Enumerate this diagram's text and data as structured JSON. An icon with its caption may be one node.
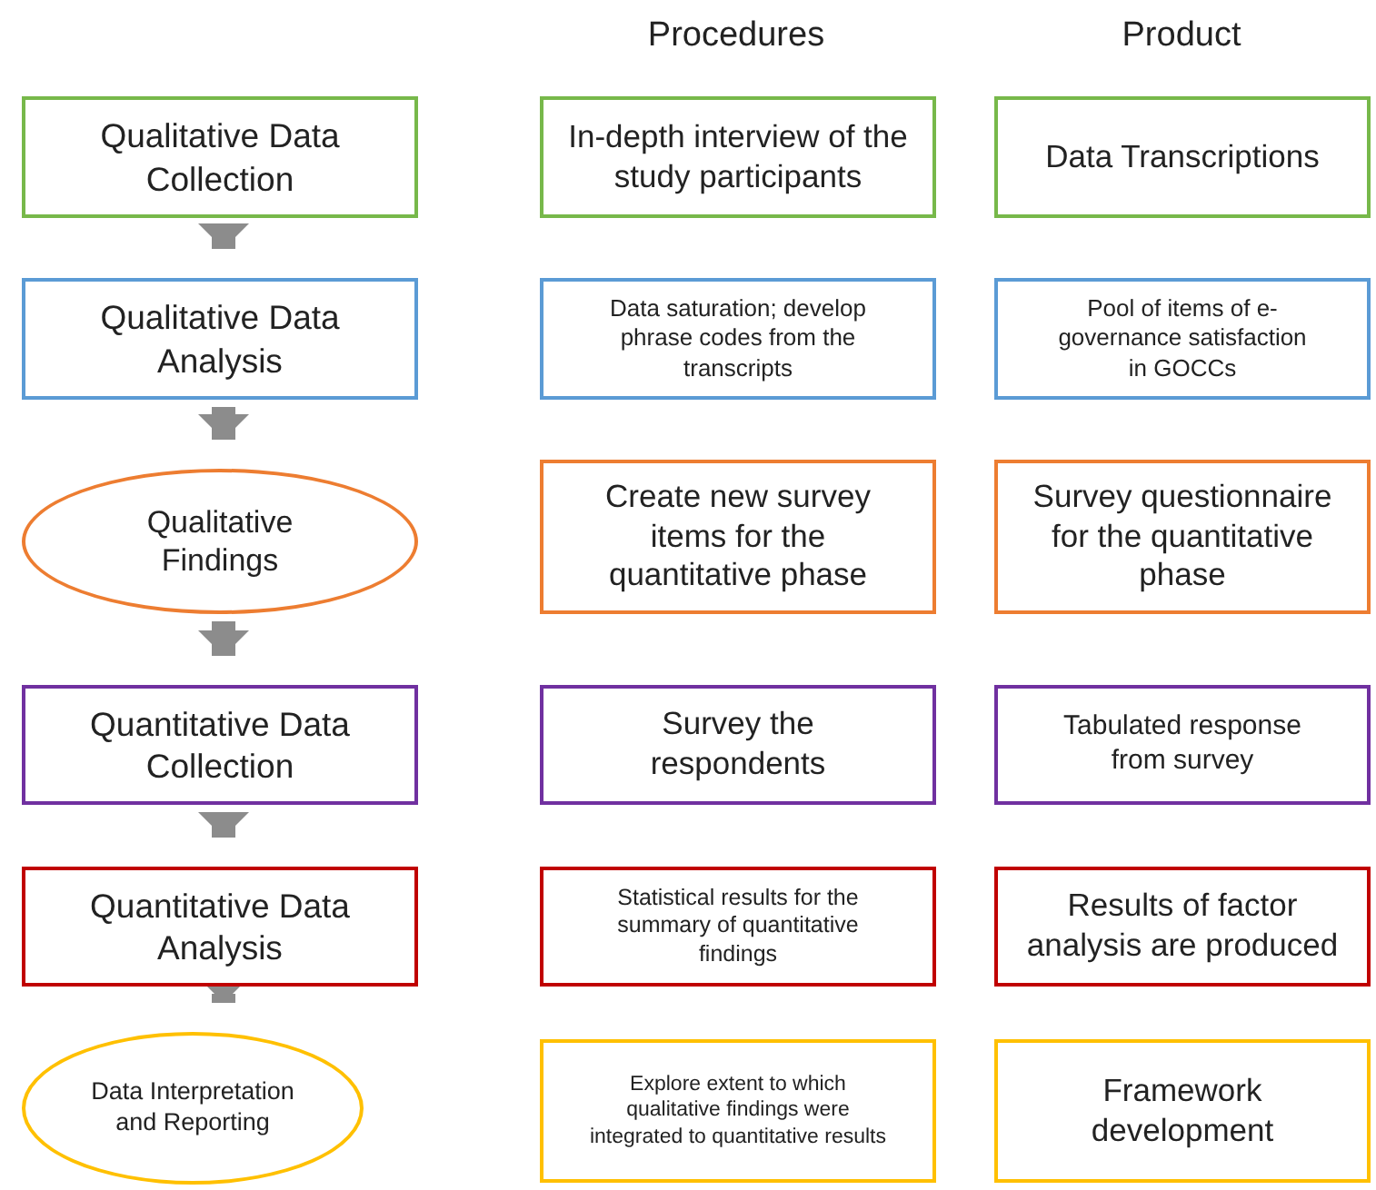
{
  "diagram": {
    "nodes": [
      {
        "text": [
          "Qualitative Data Collection"
        ]
      },
      {
        "text": [
          "In-depth interview of the study participants"
        ]
      },
      {
        "text": [
          "Data Transcriptions"
        ]
      },
      {
        "text": [
          "Qualitative Data Analysis"
        ]
      },
      {
        "text": [
          "Data saturation; develop phrase codes from the transcripts"
        ]
      },
      {
        "text": [
          "Pool of items of e-governance satisfaction in GOCCs"
        ]
      },
      {
        "text": [
          "Qualitative Findings"
        ]
      },
      {
        "text": [
          "Create new survey items for the quantitative phase"
        ]
      },
      {
        "text": [
          "Survey questionnaire for the quantitative phase"
        ]
      },
      {
        "text": [
          "Quantitative Data Collection"
        ]
      },
      {
        "text": [
          "Survey the respondents"
        ]
      },
      {
        "text": [
          "Tabulated response from survey"
        ]
      },
      {
        "text": [
          "Quantitative Data Analysis"
        ]
      },
      {
        "text": [
          "Statistical results for the summary of quantitative findings"
        ]
      },
      {
        "text": [
          "Results of factor analysis are produced"
        ]
      },
      {
        "text": [
          "Data Interpretation and Reporting"
        ]
      },
      {
        "text": [
          "Explore extent to which qualitative findings were integrated to quantitative results"
        ]
      },
      {
        "text": [
          "Framework development"
        ]
      }
    ],
    "edges": [
      {
        "from": 0,
        "to": 3,
        "arrow": "to"
      },
      {
        "from": 3,
        "to": 6,
        "arrow": "to"
      },
      {
        "from": 6,
        "to": 9,
        "arrow": "to"
      },
      {
        "from": 9,
        "to": 12,
        "arrow": "to"
      },
      {
        "from": 12,
        "to": 15,
        "arrow": "to"
      }
    ],
    "labels": [
      "Procedures",
      "Product"
    ]
  }
}
